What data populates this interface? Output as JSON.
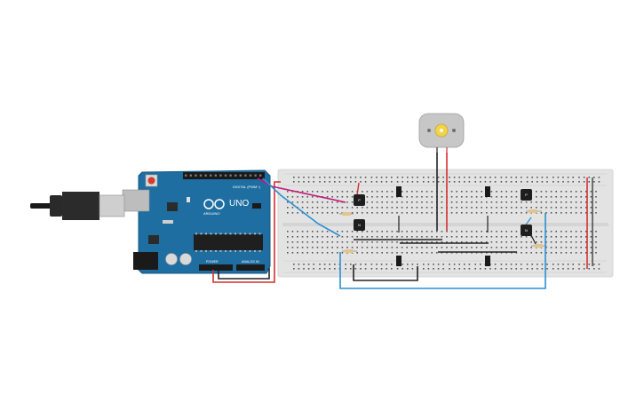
{
  "arduino": {
    "model_label": "UNO",
    "brand_label": "ARDUINO",
    "digital_header_label": "DIGITAL (PWM~)",
    "power_header_label": "POWER",
    "analog_header_label": "ANALOG IN",
    "board_color": "#1e6ea1"
  },
  "transistors": [
    {
      "id": "q1",
      "label": "P",
      "type": "PNP"
    },
    {
      "id": "q2",
      "label": "N",
      "type": "NPN"
    },
    {
      "id": "q3",
      "label": "P",
      "type": "PNP"
    },
    {
      "id": "q4",
      "label": "N",
      "type": "NPN"
    }
  ],
  "motor": {
    "icon": "dc-motor-icon"
  },
  "usb": {
    "icon": "usb-cable-icon"
  },
  "wire_colors": {
    "red": "#d32f2f",
    "black": "#222222",
    "blue": "#2a8fd0",
    "magenta": "#c2187a"
  },
  "breadboard": {
    "color": "#e3e3e3"
  }
}
